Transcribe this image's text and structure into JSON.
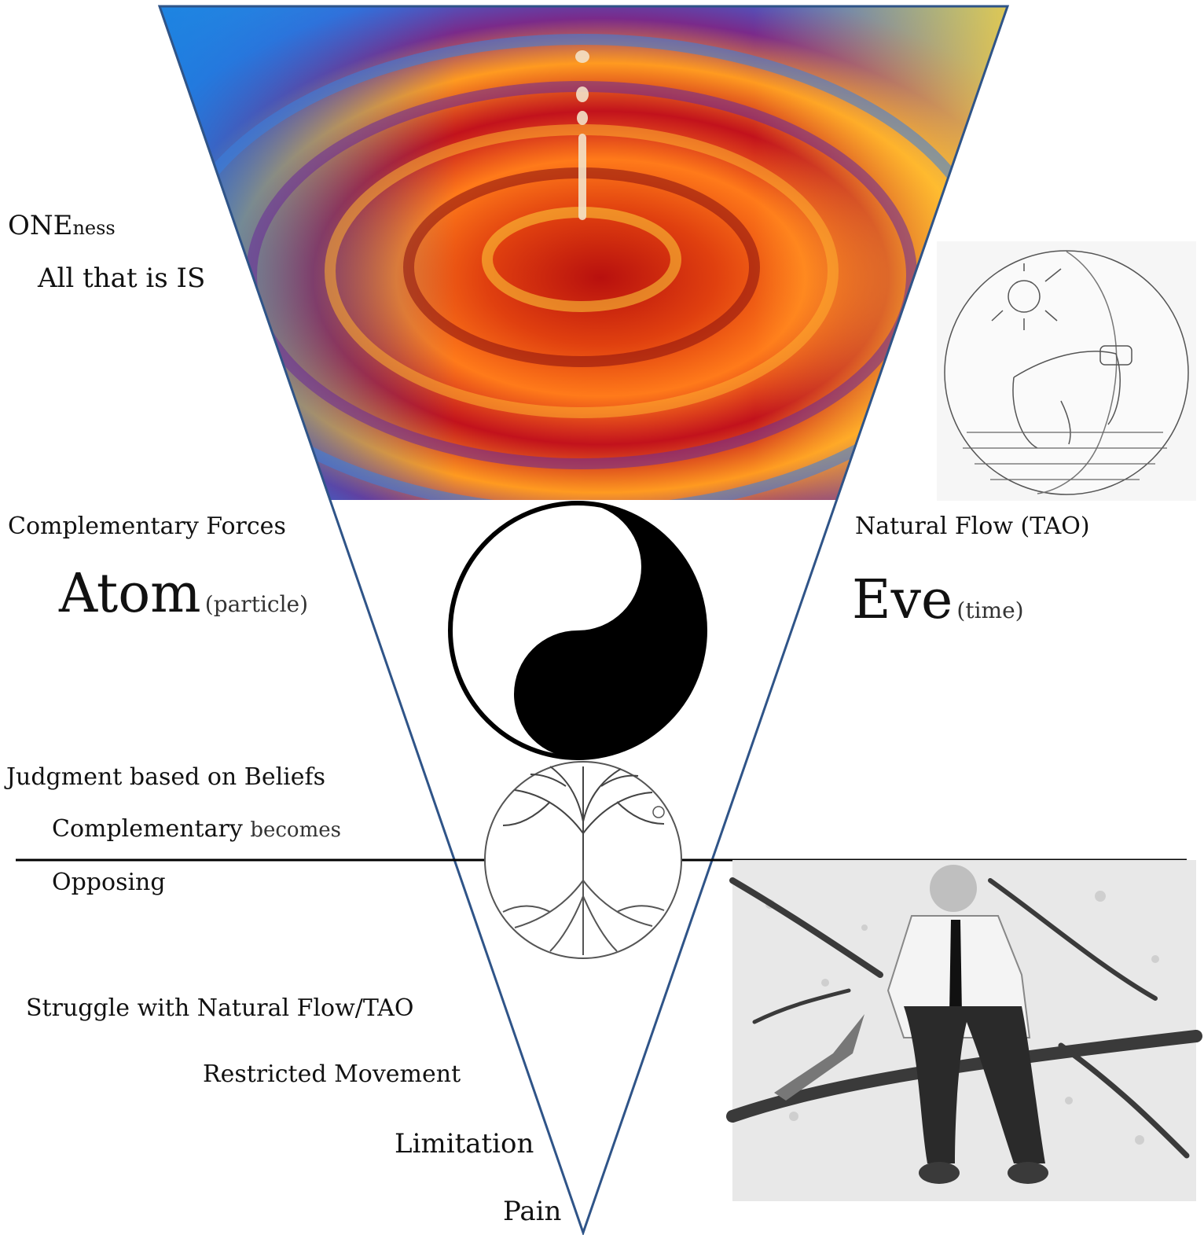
{
  "left_labels": {
    "oneness_main": "ONE",
    "oneness_suffix": "ness",
    "all_that_is": "All that is IS",
    "complementary_forces": "Complementary Forces",
    "atom": "Atom",
    "atom_paren": "(particle)",
    "judgment": "Judgment based on Beliefs",
    "complementary": "Complementary",
    "becomes": "becomes",
    "opposing": "Opposing",
    "struggle": "Struggle with Natural Flow/TAO",
    "restricted": "Restricted Movement",
    "limitation": "Limitation",
    "pain": "Pain"
  },
  "right_labels": {
    "natural_flow": "Natural Flow (TAO)",
    "eve": "Eve",
    "eve_paren": "(time)"
  },
  "colors": {
    "triangle_stroke": "#2f5488",
    "divider": "#000000"
  }
}
